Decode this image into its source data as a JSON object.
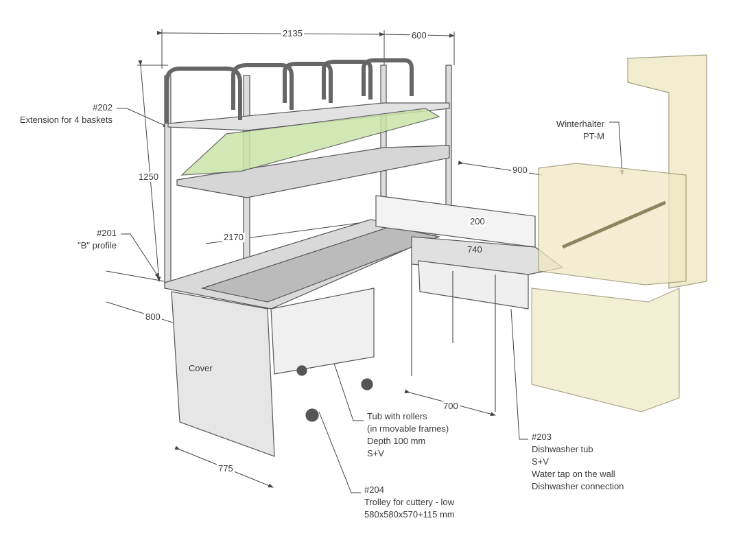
{
  "dimensions": {
    "top_width": "2135",
    "top_right_width": "600",
    "rack_height": "1250",
    "table_length": "2170",
    "table_depth": "800",
    "cover_width": "775",
    "sink_length": "900",
    "backsplash_height": "200",
    "sink_depth": "740",
    "sink_frame_width": "700"
  },
  "callouts": {
    "extension": {
      "code": "#202",
      "text": "Extension for 4 baskets"
    },
    "profile": {
      "code": "#201",
      "text": "\"B\" profile"
    },
    "dishwasher": {
      "line1": "Winterhalter",
      "line2": "PT-M"
    },
    "cover": {
      "text": "Cover"
    },
    "tub": {
      "lines": [
        "Tub with rollers",
        "(in rmovable frames)",
        "Depth 100 mm",
        "S+V"
      ]
    },
    "dish_tub": {
      "code": "#203",
      "lines": [
        "Dishwasher tub",
        "S+V",
        "Water tap on the wall",
        "Dishwasher connection"
      ]
    },
    "trolley": {
      "code": "#204",
      "lines": [
        "Trolley for cuttery - low",
        "580x580x570+115 mm"
      ]
    }
  },
  "colors": {
    "steel": "#d4d4d4",
    "basket": "#c9e3a8",
    "dishwasher": "#efe9c4",
    "line": "#444444"
  }
}
